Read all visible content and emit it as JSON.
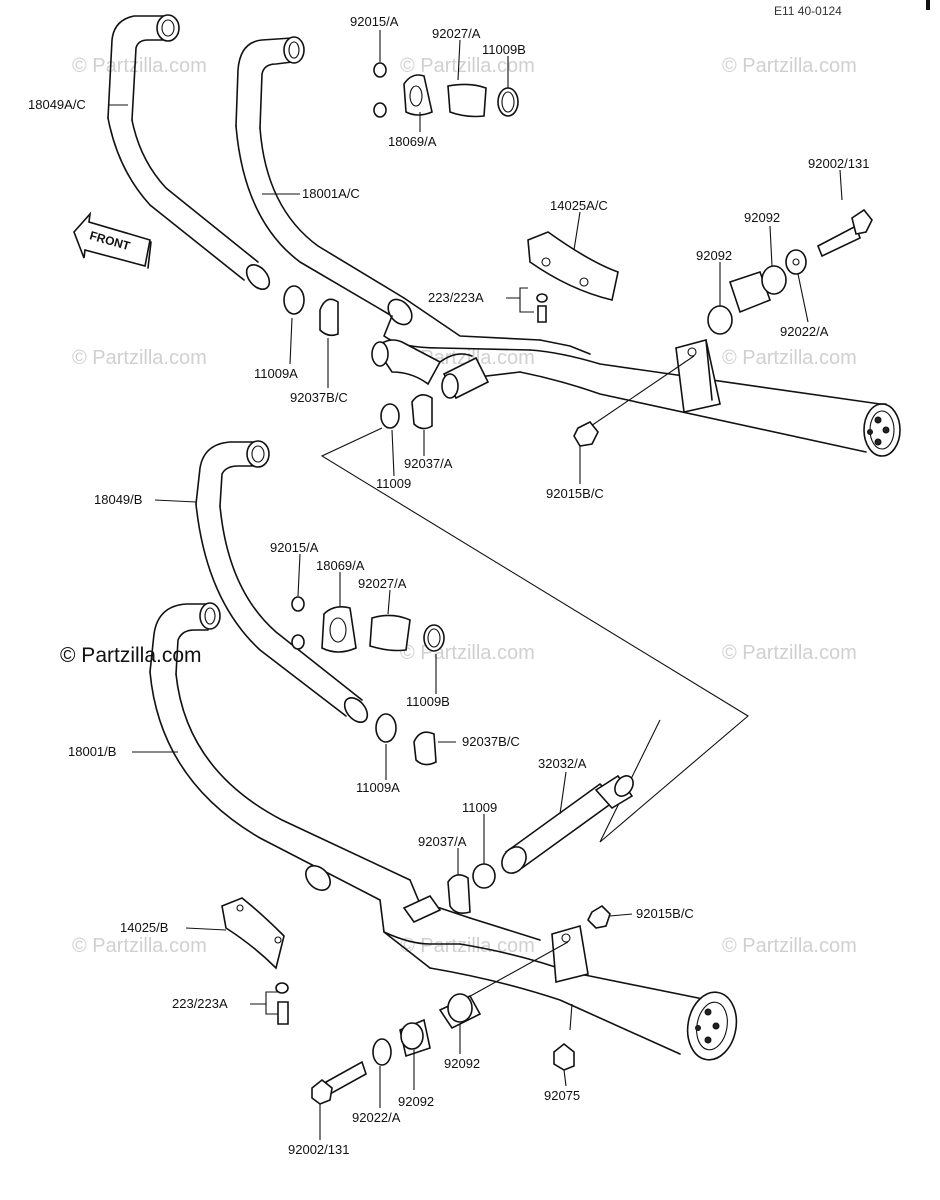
{
  "diagram_code": "E11 40-0124",
  "front_label": "FRONT",
  "watermark": "© Partzilla.com",
  "watermark_main": "© Partzilla.com",
  "labels": {
    "l18049AC": "18049A/C",
    "l92015A_top": "92015/A",
    "l92027A_top": "92027/A",
    "l11009B_top": "11009B",
    "l18069A_top": "18069/A",
    "l18001AC": "18001A/C",
    "l14025AC": "14025A/C",
    "l92002_131_top": "92002/131",
    "l92092_top1": "92092",
    "l92092_top2": "92092",
    "l223_223A_top": "223/223A",
    "l92022A_top": "92022/A",
    "l11009A_top": "11009A",
    "l92037BC_top": "92037B/C",
    "l92037A_top": "92037/A",
    "l11009_top": "11009",
    "l92015BC_top": "92015B/C",
    "l18049B": "18049/B",
    "l92015A_bot": "92015/A",
    "l18069A_bot": "18069/A",
    "l92027A_bot": "92027/A",
    "l11009B_bot": "11009B",
    "l92037BC_bot": "92037B/C",
    "l18001B": "18001/B",
    "l11009A_bot": "11009A",
    "l32032A": "32032/A",
    "l11009_bot": "11009",
    "l92037A_bot": "92037/A",
    "l14025B": "14025/B",
    "l92015BC_bot": "92015B/C",
    "l223_223A_bot": "223/223A",
    "l92092_bot1": "92092",
    "l92092_bot2": "92092",
    "l92075": "92075",
    "l92022A_bot": "92022/A",
    "l92002_131_bot": "92002/131"
  }
}
